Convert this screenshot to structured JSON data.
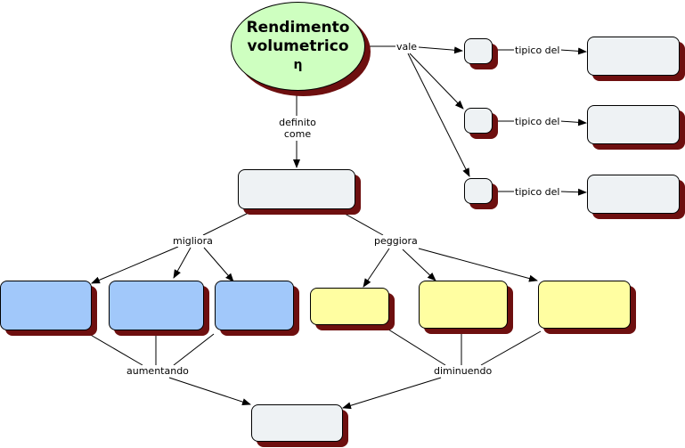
{
  "root": {
    "line1": "Rendimento",
    "line2": "volumetrico",
    "symbol": "η"
  },
  "link_labels": {
    "vale": "vale",
    "tipico_1": "tipico del",
    "tipico_2": "tipico del",
    "tipico_3": "tipico del",
    "definito_1": "definito",
    "definito_2": "come",
    "migliora": "migliora",
    "peggiora": "peggiora",
    "aumentando": "aumentando",
    "diminuendo": "diminuendo"
  },
  "colors": {
    "root_fill": "#ceffc0",
    "plain_fill": "#eef2f4",
    "blue_fill": "#a1c8fa",
    "yellow_fill": "#fffea1",
    "shadow": "#6e0f0f"
  }
}
